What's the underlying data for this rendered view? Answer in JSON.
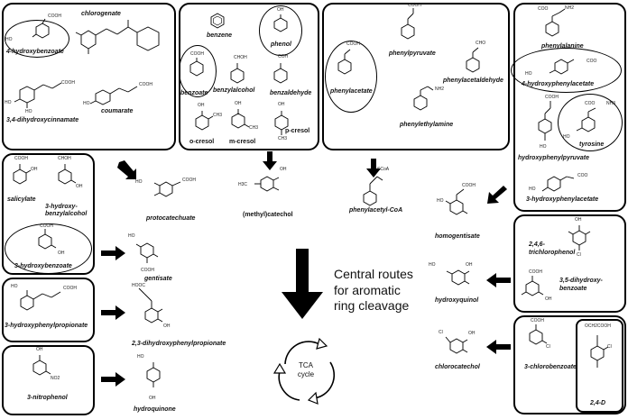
{
  "boxes": {
    "box1": {
      "compounds": {
        "hydroxybenzoate4": {
          "label": "4-hydroxybenzoate",
          "group": "COOH",
          "sub": "HO"
        },
        "chlorogenate": {
          "label": "chlorogenate"
        },
        "dihydroxycinnamate": {
          "label": "3,4-dihydroxycinnamate",
          "group": "COOH",
          "sub1": "HO",
          "sub2": "HO"
        },
        "coumarate": {
          "label": "coumarate",
          "group": "COOH",
          "sub": "HO"
        }
      }
    },
    "box2": {
      "compounds": {
        "benzene": {
          "label": "benzene"
        },
        "phenol": {
          "label": "phenol",
          "group": "OH"
        },
        "benzoate": {
          "label": "benzoate",
          "group": "COOH"
        },
        "benzylalcohol": {
          "label": "benzylalcohol",
          "group": "CHOH"
        },
        "benzaldehyde": {
          "label": "benzaldehyde",
          "group": "COH"
        },
        "ocresol": {
          "label": "o-cresol",
          "group": "OH",
          "sub": "CH3"
        },
        "mcresol": {
          "label": "m-cresol",
          "group": "OH",
          "sub": "CH3"
        },
        "pcresol": {
          "label": "p-cresol",
          "group": "OH",
          "sub": "CH3"
        }
      }
    },
    "box3": {
      "compounds": {
        "phenylpyruvate": {
          "label": "phenylpyruvate",
          "group": "COOH"
        },
        "phenylacetate": {
          "label": "phenylacetate",
          "group": "COOH"
        },
        "phenylacetaldehyde": {
          "label": "phenylacetaldehyde",
          "group": "CHO"
        },
        "phenylethylamine": {
          "label": "phenylethylamine",
          "group": "NH2"
        }
      }
    },
    "box4": {
      "compounds": {
        "phenylalanine": {
          "label": "phenylalanine",
          "group1": "NH2",
          "group2": "COO"
        },
        "hydroxyphenylacetate4": {
          "label": "4-hydroxyphenylacetate",
          "group": "COO",
          "sub": "HO"
        },
        "tyrosine": {
          "label": "tyrosine",
          "group1": "NH3",
          "group2": "COO",
          "sub": "HO"
        },
        "hydroxyphenylpyruvate": {
          "label": "hydroxyphenylpyruvate",
          "group": "COOH",
          "sub": "HO"
        },
        "hydroxyphenylacetate3": {
          "label": "3-hydroxyphenylacetate",
          "group": "COO",
          "sub": "HO"
        }
      }
    },
    "box5": {
      "compounds": {
        "salicylate": {
          "label": "salicylate",
          "group": "COOH",
          "sub": "OH"
        },
        "hydroxybenzylalcohol3": {
          "label": "3-hydroxy-benzylalcohol",
          "group": "CHOH",
          "sub": "OH"
        },
        "hydroxybenzoate3": {
          "label": "3-hydroxybenzoate",
          "group": "COOH",
          "sub": "OH"
        }
      }
    },
    "box6": {
      "compounds": {
        "hydroxyphenylpropionate3": {
          "label": "3-hydroxyphenylpropionate",
          "group": "COOH",
          "sub": "HO"
        }
      }
    },
    "box7": {
      "compounds": {
        "nitrophenol3": {
          "label": "3-nitrophenol",
          "group": "OH",
          "sub": "NO2"
        }
      }
    },
    "box8": {
      "compounds": {
        "trichlorophenol": {
          "label": "2,4,6-trichlorophenol",
          "group": "OH",
          "sub": "Cl"
        },
        "dihydroxybenzoate35": {
          "label": "3,5-dihydroxy-benzoate",
          "group": "COOH",
          "sub": "OH"
        }
      }
    },
    "box9": {
      "compounds": {
        "chlorobenzoate3": {
          "label": "3-chlorobenzoate",
          "group": "COOH",
          "sub": "Cl"
        },
        "d24": {
          "label": "2,4-D",
          "group": "OCH2COOH",
          "sub": "Cl"
        }
      }
    }
  },
  "intermediates": {
    "protocatechuate": {
      "label": "protocatechuate",
      "group": "COOH",
      "sub": "HO"
    },
    "methylcatechol": {
      "label": "(methyl)catechol",
      "group": "OH",
      "sub": "H3C"
    },
    "phenylacetylcoa": {
      "label": "phenylacetyl-CoA",
      "group": "SCoA"
    },
    "homogentisate": {
      "label": "homogentisate",
      "group": "COOH",
      "sub": "HO"
    },
    "gentisate": {
      "label": "gentisate",
      "group": "COOH",
      "sub": "HO"
    },
    "dihydroxyphenylpropionate": {
      "label": "2,3-dihydroxyphenylpropionate",
      "group": "HOOC",
      "sub": "OH"
    },
    "hydroxyquinol": {
      "label": "hydroxyquinol",
      "group": "OH",
      "sub": "HO"
    },
    "chlorocatechol": {
      "label": "chlorocatechol",
      "group": "OH",
      "sub": "Cl"
    },
    "hydroquinone": {
      "label": "hydroquinone",
      "group": "OH",
      "sub": "HO"
    }
  },
  "central": {
    "line1": "Central routes",
    "line2": "for aromatic",
    "line3": "ring cleavage"
  },
  "tca": {
    "line1": "TCA",
    "line2": "cycle"
  },
  "colors": {
    "ink": "#000000",
    "background": "#ffffff"
  }
}
